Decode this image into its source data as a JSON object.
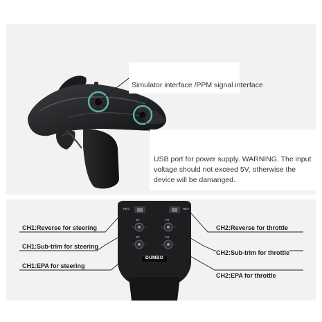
{
  "callouts": {
    "simulator": "Simulator interface /PPM signal interface",
    "usb": "USB port for power supply. WARNING. The input voltage should not exceed 5V, otherwise the device will be damanged."
  },
  "channels": {
    "ch1_reverse": "CH1:Reverse for steering",
    "ch1_subtrim": "CH1:Sub-trim for steering",
    "ch1_epa": "CH1:EPA for steering",
    "ch2_reverse": "CH2:Reverse for throttle",
    "ch2_subtrim": "CH2:Sub-trim for throttle",
    "ch2_epa": "CH2:EPA for throttle"
  },
  "device": {
    "brand": "DUMBO",
    "switch_left": "REV",
    "switch_right": "REV",
    "knob_labels": [
      "ST",
      "TH",
      "ST",
      "TH"
    ]
  },
  "colors": {
    "body": "#1e1f21",
    "ring": "#68c8c0",
    "panel": "#f2f2f2",
    "accent": "#b12a2a"
  }
}
